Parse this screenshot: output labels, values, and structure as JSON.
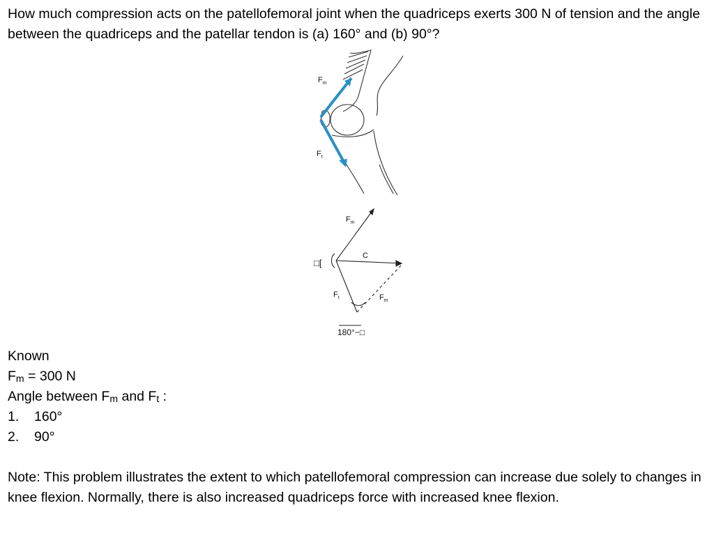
{
  "question": "How much compression acts on the patellofemoral joint when the quadriceps exerts 300 N of tension and the angle between the quadriceps and the patellar tendon is (a) 160° and (b) 90°?",
  "figure": {
    "knee_labels": {
      "fm": "F",
      "fm_sub": "m",
      "ft": "F",
      "ft_sub": "t"
    },
    "vector_labels": {
      "fm_top": "F",
      "fm_top_sub": "m",
      "c": "C",
      "ft": "F",
      "ft_sub": "t",
      "fm_dashed": "F",
      "fm_dashed_sub": "m",
      "theta": "□[",
      "supplement": "180°−□"
    },
    "colors": {
      "vector": "#2a8fc4",
      "line": "#222222"
    }
  },
  "known": {
    "heading": "Known",
    "fm_symbol": "F",
    "fm_sub": "m",
    "fm_value": " = 300 N",
    "angle_prefix": "Angle between F",
    "angle_sub1": "m",
    "angle_mid": " and F",
    "angle_sub2": "t",
    "angle_suffix": " :",
    "items": [
      {
        "num": "1.",
        "value": "160°"
      },
      {
        "num": "2.",
        "value": "90°"
      }
    ]
  },
  "note": "Note:  This problem illustrates the extent to which patellofemoral compression can increase due solely to changes in knee flexion.  Normally, there is also increased quadriceps force with increased knee flexion."
}
